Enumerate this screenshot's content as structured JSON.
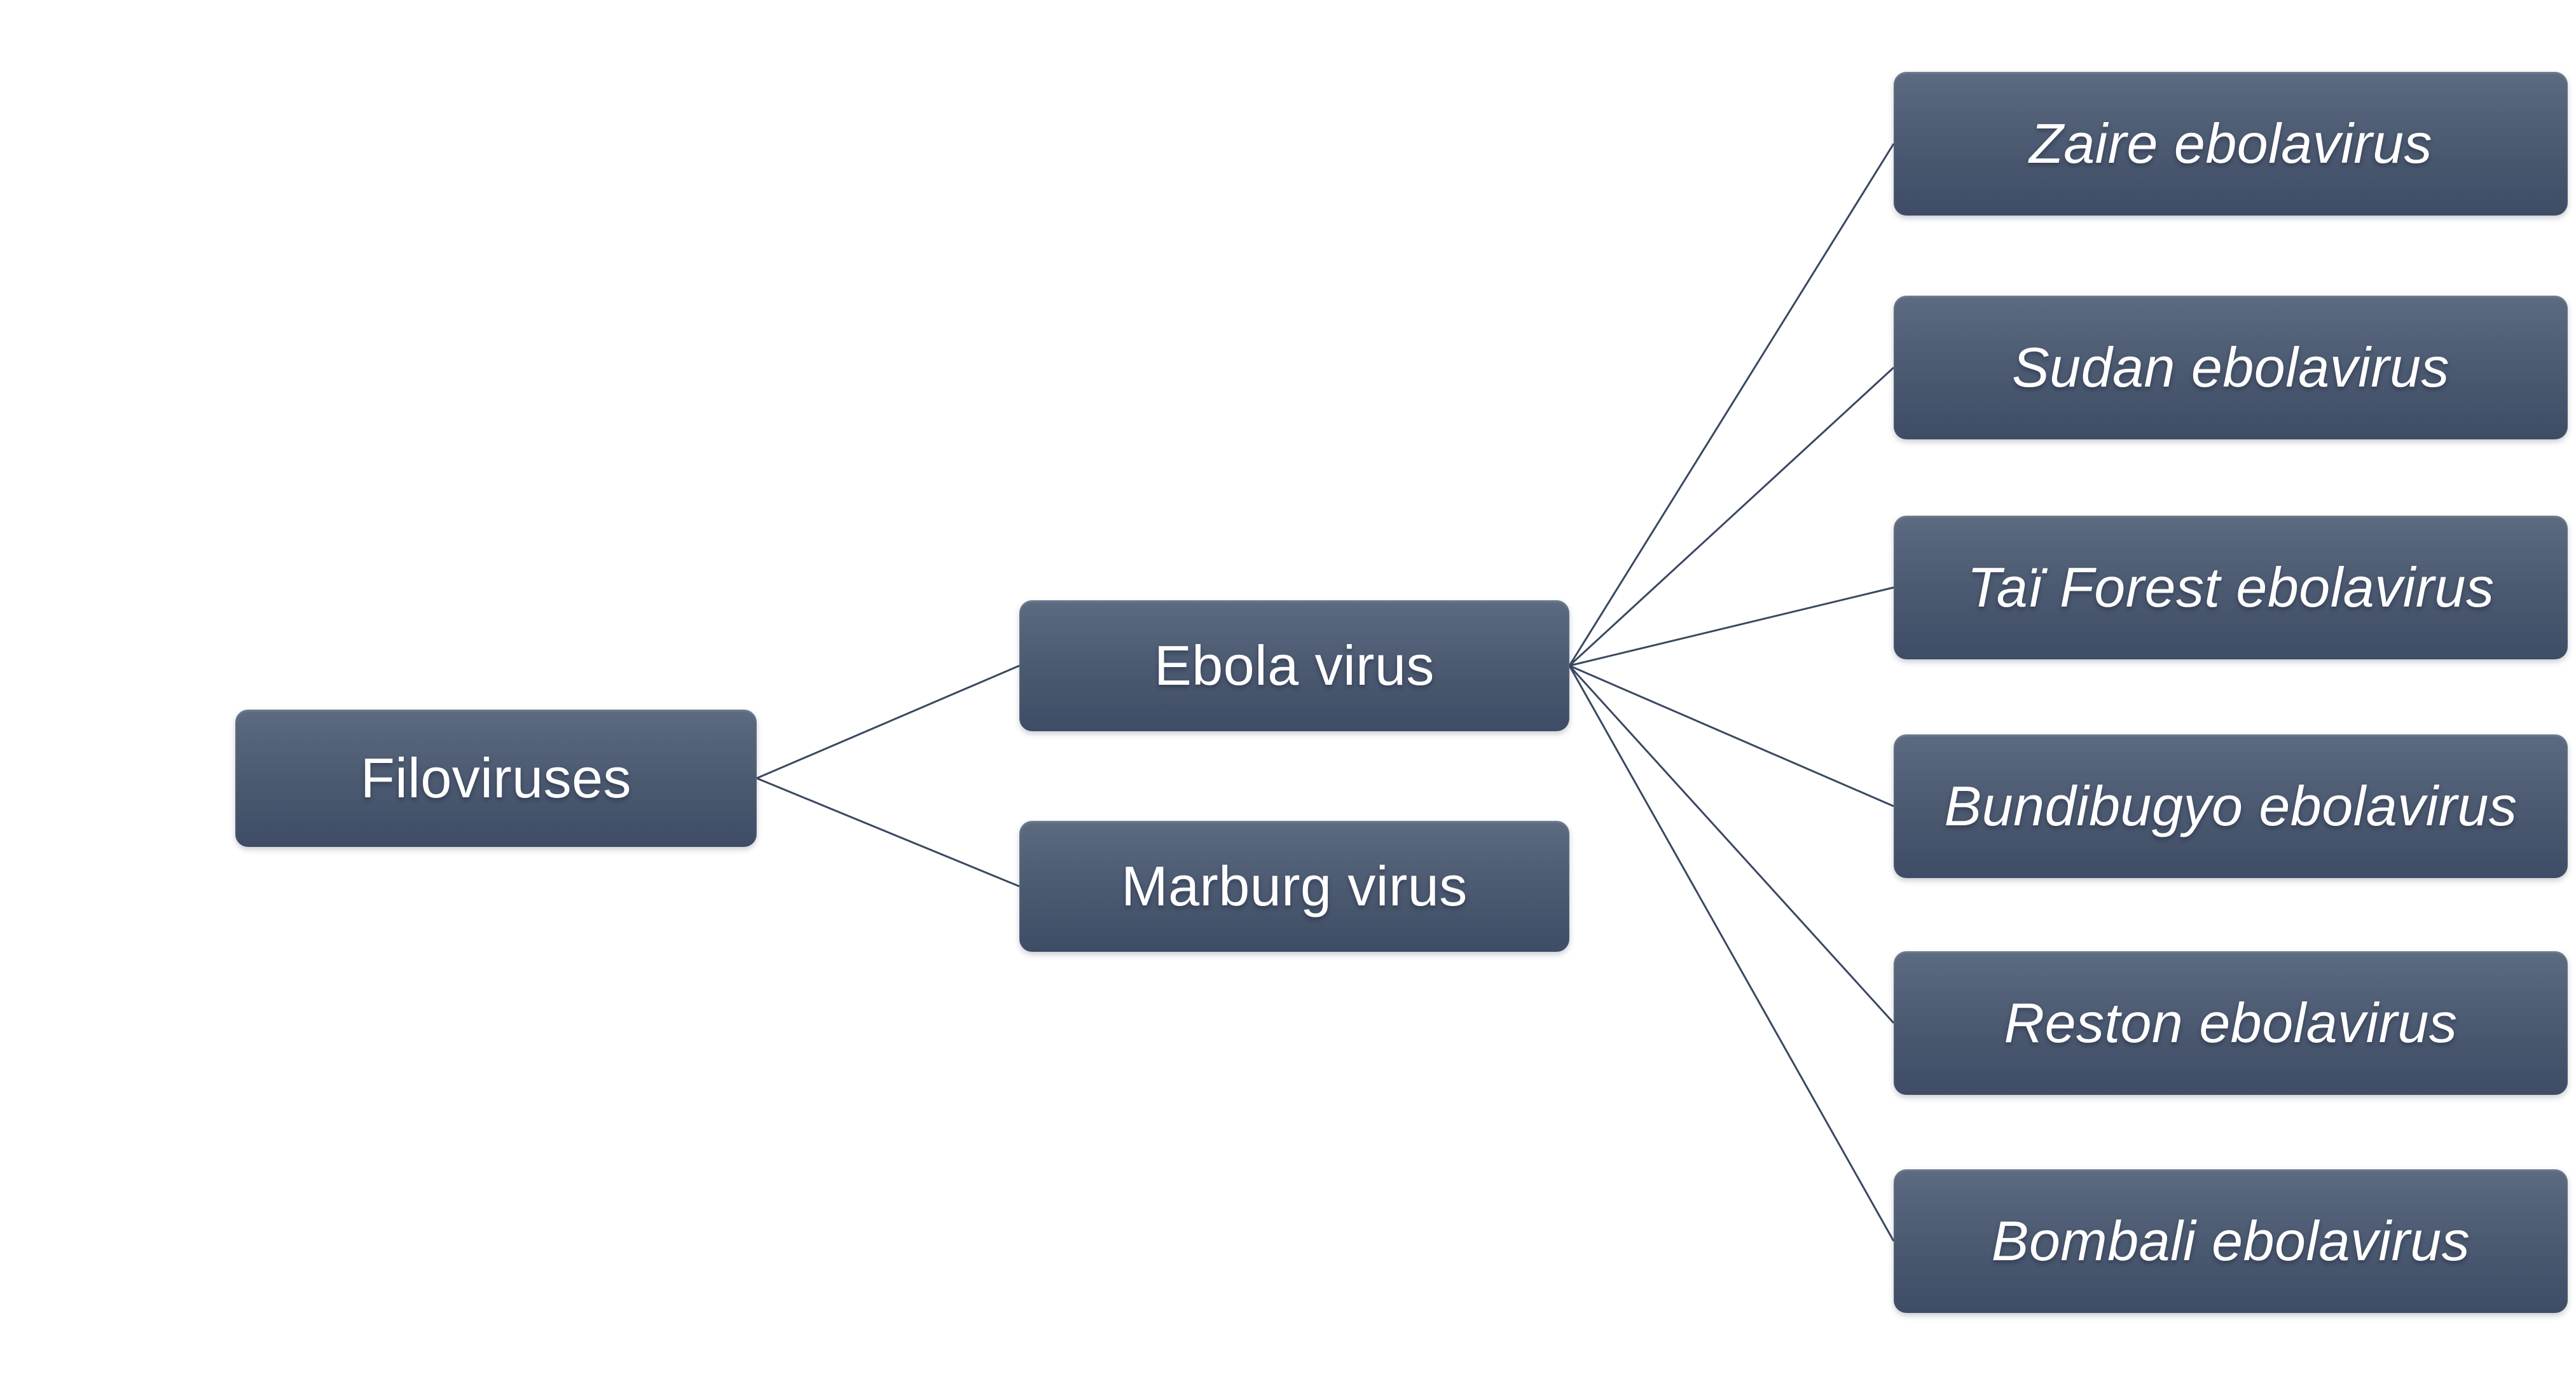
{
  "diagram": {
    "root": {
      "label": "Filoviruses"
    },
    "genera": [
      {
        "label": "Ebola virus"
      },
      {
        "label": "Marburg virus"
      }
    ],
    "ebolavirus_species": [
      {
        "label": "Zaire ebolavirus"
      },
      {
        "label": "Sudan ebolavirus"
      },
      {
        "label": "Taï Forest ebolavirus"
      },
      {
        "label": "Bundibugyo ebolavirus"
      },
      {
        "label": "Reston ebolavirus"
      },
      {
        "label": "Bombali ebolavirus"
      }
    ],
    "colors": {
      "box_gradient_top": "#5d6b81",
      "box_gradient_mid": "#4b5971",
      "box_gradient_bottom": "#3e4c65",
      "box_text": "#ffffff",
      "connector": "#3a4961",
      "background": "#ffffff"
    }
  }
}
